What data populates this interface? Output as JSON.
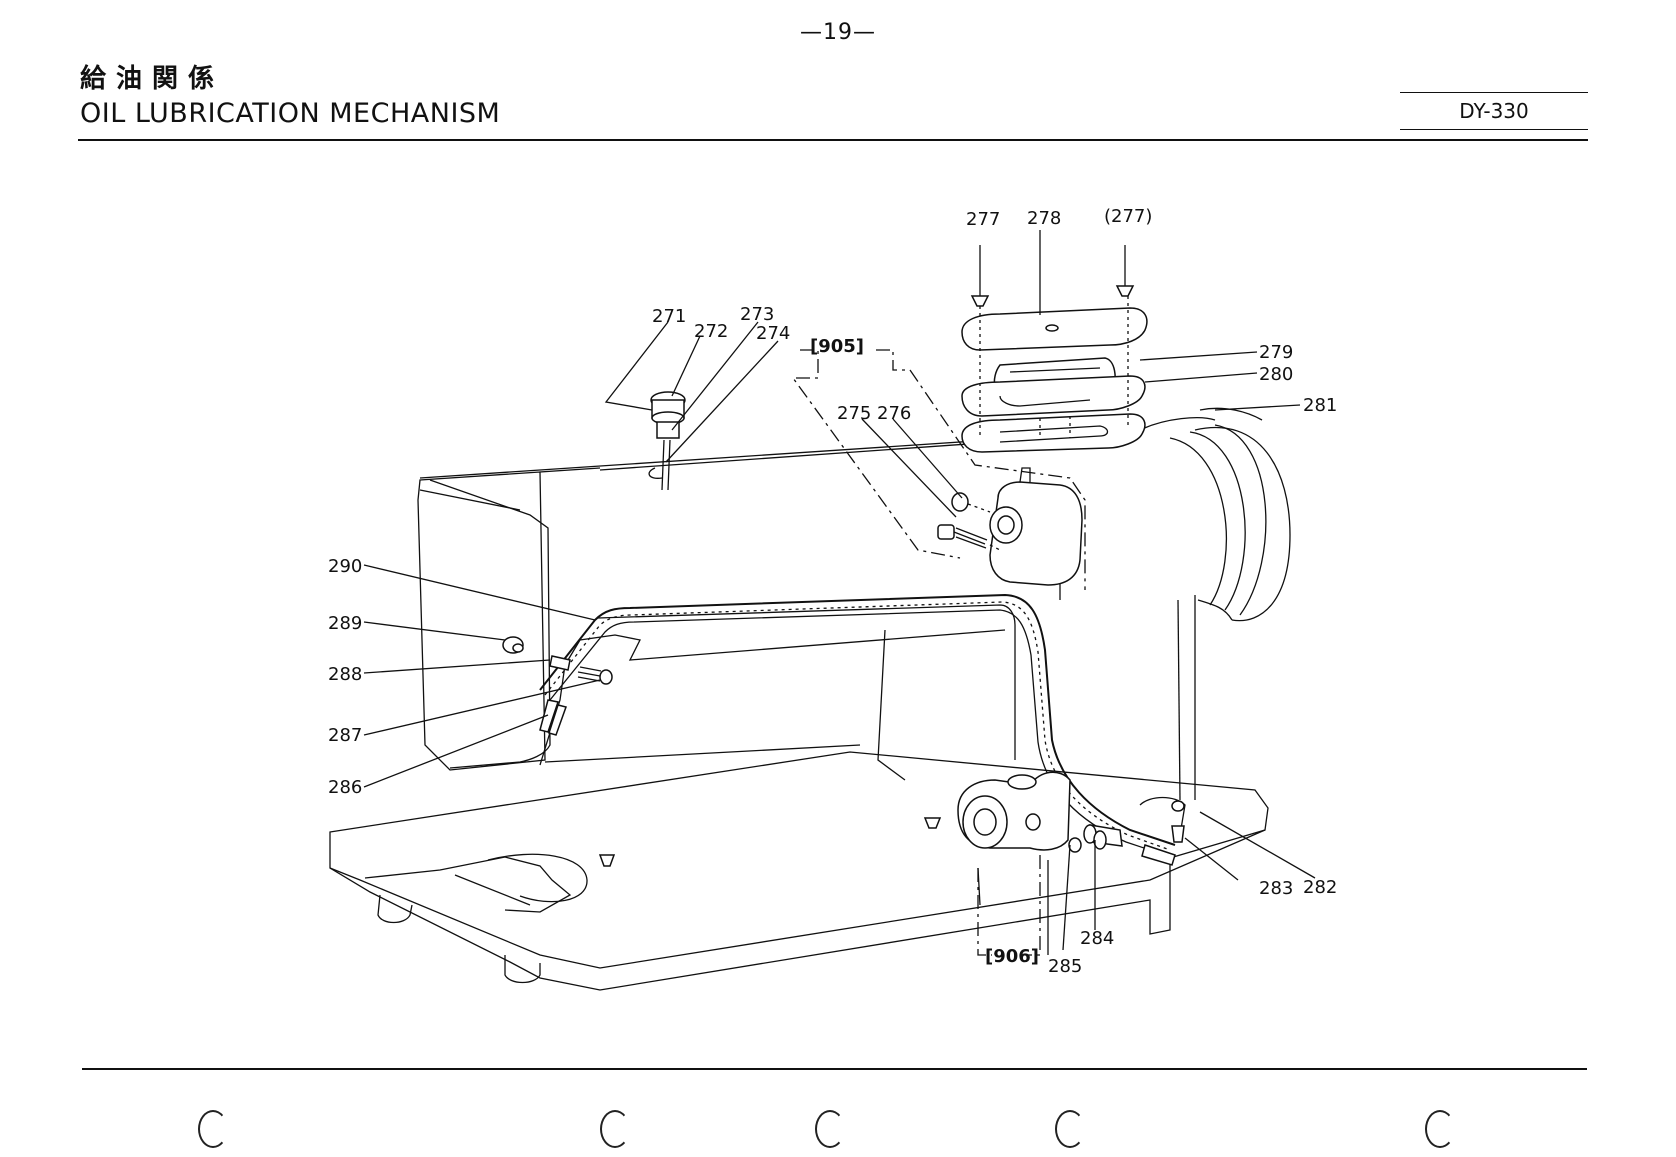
{
  "header": {
    "page_number": "—19—",
    "title_jp": "給油関係",
    "title_en": "OIL LUBRICATION MECHANISM",
    "model": "DY-330"
  },
  "callouts": {
    "p271": "271",
    "p272": "272",
    "p273": "273",
    "p274": "274",
    "p275": "275",
    "p276": "276",
    "p277": "277",
    "p278": "278",
    "p277b": "(277)",
    "p279": "279",
    "p280": "280",
    "p281": "281",
    "p282": "282",
    "p283": "283",
    "p284": "284",
    "p285": "285",
    "p286": "286",
    "p287": "287",
    "p288": "288",
    "p289": "289",
    "p290": "290",
    "g905": "[905]",
    "g906": "[906]"
  }
}
